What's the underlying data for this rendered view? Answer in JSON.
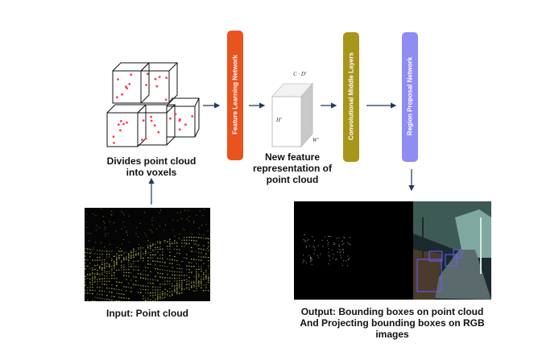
{
  "captions": {
    "voxels": [
      "Divides point cloud",
      "into voxels"
    ],
    "feature_rep": [
      "New feature",
      "representation of",
      "point cloud"
    ],
    "input": "Input: Point cloud",
    "output": [
      "Output: Bounding boxes on point cloud",
      "And Projecting bounding boxes on RGB",
      "images"
    ]
  },
  "blocks": {
    "feature_learning": {
      "label": "Feature Learning Network",
      "color": "#e8531f"
    },
    "conv_middle": {
      "label": "Convolutional Middle Layers",
      "color": "#a8961a"
    },
    "rpn": {
      "label": "Region Proposal Network",
      "color": "#8f8cf2"
    }
  },
  "tensor_dims": {
    "top": "C · D'",
    "left": "H'",
    "bottom": "W'"
  },
  "colors": {
    "arrow": "#1f3a5f",
    "point": "#ff3b4e",
    "bbox": "#6a5cff"
  }
}
